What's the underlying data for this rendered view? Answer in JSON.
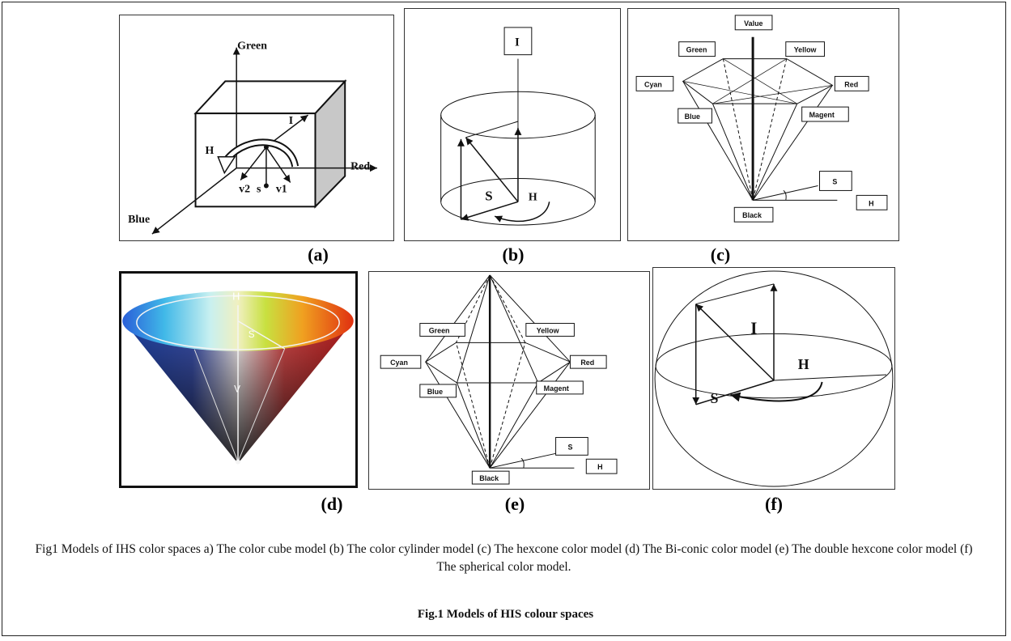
{
  "panels": {
    "a": {
      "label": "(a)",
      "green": "Green",
      "red": "Red",
      "blue": "Blue",
      "h": "H",
      "i": "I",
      "v2": "v2",
      "s": "s",
      "v1": "v1"
    },
    "b": {
      "label": "(b)",
      "i": "I",
      "s": "S",
      "h": "H"
    },
    "c": {
      "label": "(c)",
      "value": "Value",
      "green": "Green",
      "yellow": "Yellow",
      "cyan": "Cyan",
      "red": "Red",
      "blue": "Blue",
      "magent": "Magent",
      "s": "S",
      "h": "H",
      "black": "Black"
    },
    "d": {
      "label": "(d)",
      "h": "H",
      "s": "S",
      "v": "V"
    },
    "e": {
      "label": "(e)",
      "green": "Green",
      "yellow": "Yellow",
      "cyan": "Cyan",
      "red": "Red",
      "blue": "Blue",
      "magent": "Magent",
      "s": "S",
      "h": "H",
      "black": "Black"
    },
    "f": {
      "label": "(f)",
      "i": "I",
      "h": "H",
      "s": "S"
    }
  },
  "caption": "Fig1 Models of IHS color spaces a) The color cube model (b) The color cylinder model (c) The hexcone color model (d) The Bi-conic color model (e) The double hexcone color model (f) The spherical color model.",
  "figure_title": "Fig.1 Models of HIS colour spaces"
}
